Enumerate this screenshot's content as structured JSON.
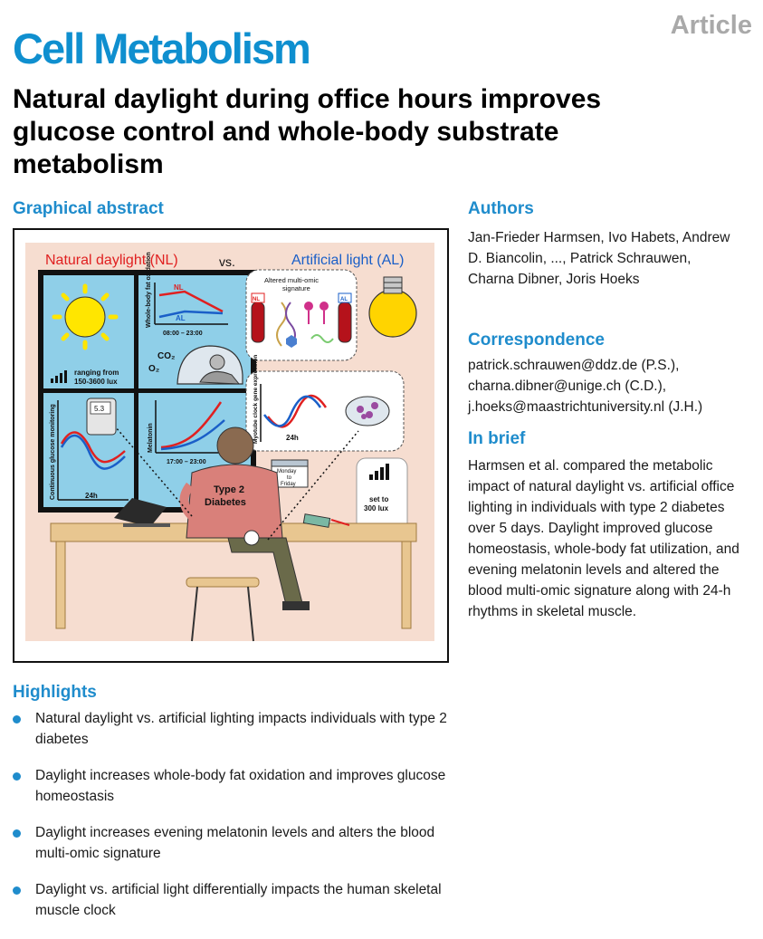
{
  "header": {
    "journal": "Cell Metabolism",
    "article_type": "Article",
    "title": "Natural daylight during office hours improves glucose control and whole-body substrate metabolism"
  },
  "graphical_abstract": {
    "heading": "Graphical abstract",
    "nl_label": "Natural daylight (NL)",
    "vs_label": "vs.",
    "al_label": "Artificial light (AL)",
    "fat_ox_ylabel": "Whole-body fat oxidation",
    "fat_ox_nl": "NL",
    "fat_ox_al": "AL",
    "fat_ox_time": "08:00 – 23:00",
    "co2": "CO₂",
    "o2": "O₂",
    "lux_range_line1": "ranging from",
    "lux_range_line2": "150-3600 lux",
    "glucose_ylabel": "Continuous glucose monitoring",
    "glucose_reading": "5.3",
    "glucose_time": "24h",
    "melatonin_ylabel": "Melatonin",
    "melatonin_time": "17:00 – 23:00",
    "multiomic_line1": "Altered multi-omic",
    "multiomic_line2": "signature",
    "tube_nl": "NL",
    "tube_al": "AL",
    "clock_ylabel": "Myotube clock gene expression",
    "clock_time": "24h",
    "calendar_line1": "Monday",
    "calendar_line2": "to",
    "calendar_line3": "Friday",
    "lux_set_line1": "set to",
    "lux_set_line2": "300 lux",
    "person_line1": "Type 2",
    "person_line2": "Diabetes"
  },
  "authors": {
    "heading": "Authors",
    "text": "Jan-Frieder Harmsen, Ivo Habets, Andrew D. Biancolin, ..., Patrick Schrauwen, Charna Dibner, Joris Hoeks"
  },
  "correspondence": {
    "heading": "Correspondence",
    "emails": [
      "patrick.schrauwen@ddz.de (P.S.),",
      "charna.dibner@unige.ch (C.D.),",
      "j.hoeks@maastrichtuniversity.nl (J.H.)"
    ]
  },
  "in_brief": {
    "heading": "In brief",
    "text": "Harmsen et al. compared the metabolic impact of natural daylight vs. artificial office lighting in individuals with type 2 diabetes over 5 days. Daylight improved glucose homeostasis, whole-body fat utilization, and evening melatonin levels and altered the blood multi-omic signature along with 24-h rhythms in skeletal muscle."
  },
  "highlights": {
    "heading": "Highlights",
    "items": [
      "Natural daylight vs. artificial lighting impacts individuals with type 2 diabetes",
      "Daylight increases whole-body fat oxidation and improves glucose homeostasis",
      "Daylight increases evening melatonin levels and alters the blood multi-omic signature",
      "Daylight vs. artificial light differentially impacts the human skeletal muscle clock"
    ]
  },
  "colors": {
    "accent": "#1f8ccc",
    "journal": "#0f8fcf",
    "nl_red": "#e02020",
    "al_blue": "#1a5fc8",
    "window_blue": "#8fcfe8",
    "room_pink": "#f6ddd0"
  }
}
